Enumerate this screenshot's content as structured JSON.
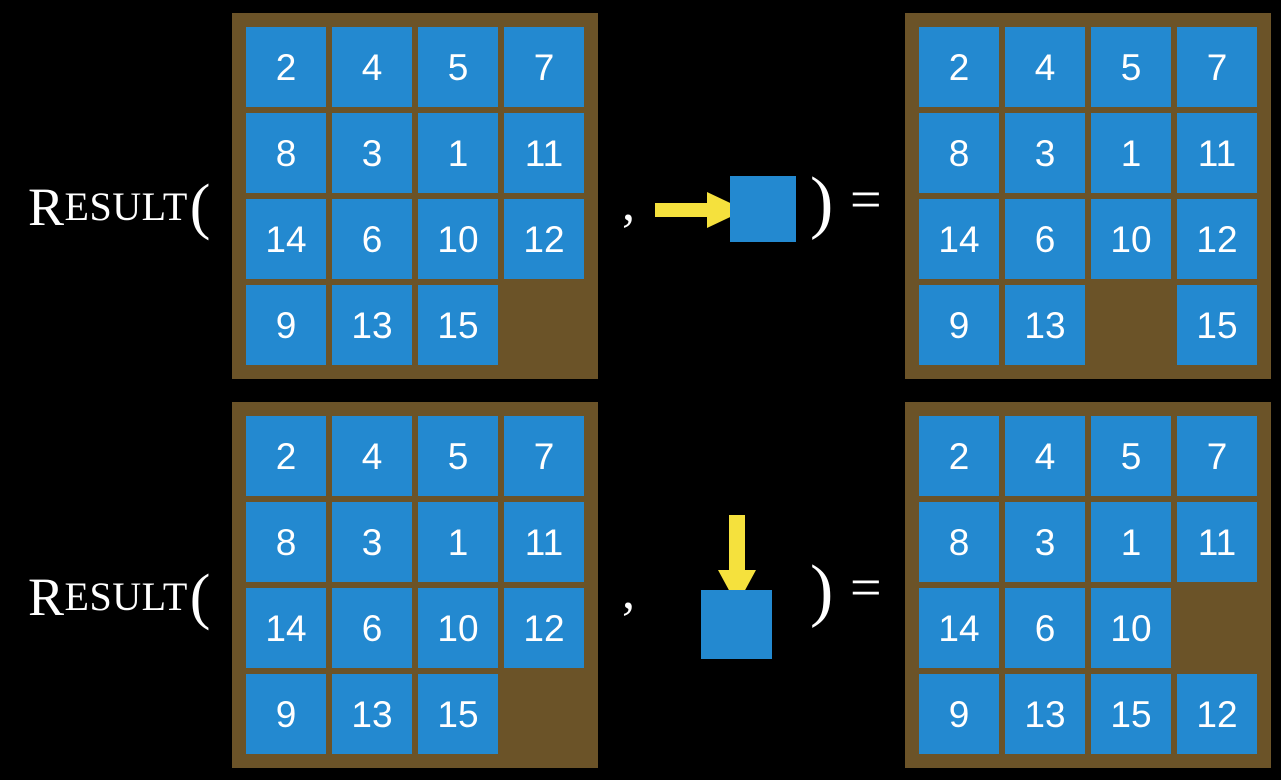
{
  "figure": {
    "background_color": "#000000",
    "tile_color": "#2389d0",
    "board_color": "#6b5328",
    "arrow_color": "#f5e13d",
    "text_color": "#ffffff"
  },
  "rows": [
    {
      "label": {
        "cap": "R",
        "rest": "ESULT",
        "open_paren": "("
      },
      "comma": ",",
      "close_paren": ")",
      "equals": "=",
      "action": {
        "icon": "arrow-right-icon",
        "direction": "right",
        "description": "blank tile moves right"
      },
      "input_grid": {
        "rows": 4,
        "cols": 4,
        "cells": [
          [
            "2",
            "4",
            "5",
            "7"
          ],
          [
            "8",
            "3",
            "1",
            "11"
          ],
          [
            "14",
            "6",
            "10",
            "12"
          ],
          [
            "9",
            "13",
            "15",
            ""
          ]
        ],
        "blank_position": {
          "row": 4,
          "col": 4
        }
      },
      "output_grid": {
        "rows": 4,
        "cols": 4,
        "cells": [
          [
            "2",
            "4",
            "5",
            "7"
          ],
          [
            "8",
            "3",
            "1",
            "11"
          ],
          [
            "14",
            "6",
            "10",
            "12"
          ],
          [
            "9",
            "13",
            "",
            "15"
          ]
        ],
        "blank_position": {
          "row": 4,
          "col": 3
        }
      }
    },
    {
      "label": {
        "cap": "R",
        "rest": "ESULT",
        "open_paren": "("
      },
      "comma": ",",
      "close_paren": ")",
      "equals": "=",
      "action": {
        "icon": "arrow-down-icon",
        "direction": "down",
        "description": "blank tile moves down"
      },
      "input_grid": {
        "rows": 4,
        "cols": 4,
        "cells": [
          [
            "2",
            "4",
            "5",
            "7"
          ],
          [
            "8",
            "3",
            "1",
            "11"
          ],
          [
            "14",
            "6",
            "10",
            "12"
          ],
          [
            "9",
            "13",
            "15",
            ""
          ]
        ],
        "blank_position": {
          "row": 4,
          "col": 4
        }
      },
      "output_grid": {
        "rows": 4,
        "cols": 4,
        "cells": [
          [
            "2",
            "4",
            "5",
            "7"
          ],
          [
            "8",
            "3",
            "1",
            "11"
          ],
          [
            "14",
            "6",
            "10",
            ""
          ],
          [
            "9",
            "13",
            "15",
            "12"
          ]
        ],
        "blank_position": {
          "row": 3,
          "col": 4
        }
      }
    }
  ]
}
